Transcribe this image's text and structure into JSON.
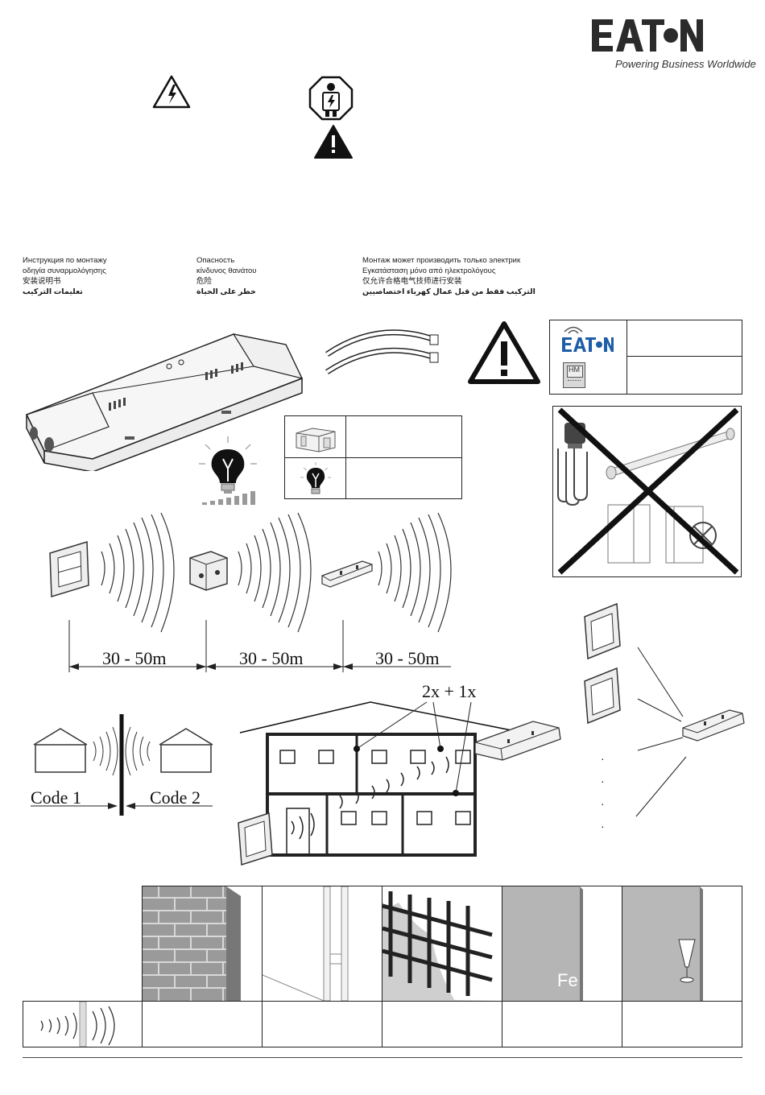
{
  "brand": {
    "name": "EATON",
    "tagline": "Powering Business Worldwide"
  },
  "header_icons": [
    "electric-hazard-icon",
    "electrician-icon",
    "warning-icon"
  ],
  "instructions": {
    "col1": [
      "Инструкция по монтажу",
      "οδηγία συναρμολόγησης",
      "安装说明书",
      "تعليمات التركيب"
    ],
    "col2": [
      "Опасность",
      "κίνδυνος θανάτου",
      "危险",
      "خطر على الحياة"
    ],
    "col3": [
      "Монтаж может производить только электрик",
      "Εγκατάσταση μόνο από ηλεκτρολόγους",
      "仅允许合格电气技师进行安装",
      "التركيب فقط من قبل عمال كهرباء اختصاصيين"
    ]
  },
  "legend_box": {
    "logo_text": "EATON",
    "hm_text": "HM"
  },
  "distances": [
    "30 - 50m",
    "30 - 50m",
    "30 - 50m"
  ],
  "codes": {
    "left": "Code 1",
    "right": "Code 2"
  },
  "house_ratio": "2x + 1x",
  "materials": {
    "items": [
      "brick-wall",
      "plasterboard-wall",
      "reinforced-concrete",
      "metal-sheet",
      "glass"
    ],
    "metal_label": "Fe"
  },
  "colors": {
    "eaton_blue": "#1e5ea8",
    "dark": "#1a1a1a",
    "grey": "#9a9a9a"
  }
}
